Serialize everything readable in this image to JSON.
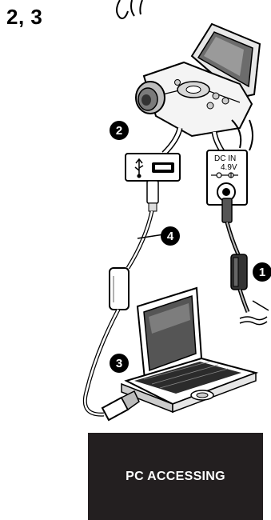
{
  "step_heading": "2, 3",
  "callouts": {
    "ac_adaptor": "1",
    "connect_camera": "2",
    "connect_pc": "3",
    "usb_cable": "4"
  },
  "dc_in": {
    "label": "DC IN",
    "voltage": "4.9V"
  },
  "status_panel": {
    "text": "PC ACCESSING",
    "background": "#231f20",
    "text_color": "#ffffff"
  },
  "icons": [
    "camcorder",
    "usb-symbol",
    "usb-port",
    "dc-polarity-symbol",
    "dc-jack",
    "usb-cable",
    "ac-cable",
    "ferrite-core",
    "laptop",
    "usb-plug"
  ]
}
